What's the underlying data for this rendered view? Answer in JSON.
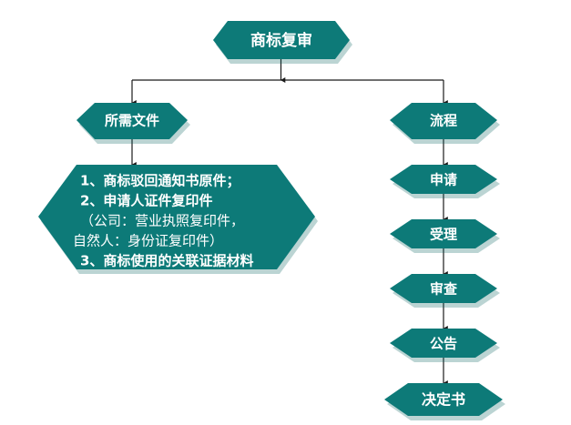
{
  "diagram": {
    "title": "商标复审",
    "accent_color": "#0d7a78",
    "accent_shadow": "#0a6361",
    "text_color": "#ffffff",
    "background_color": "#ffffff",
    "connector_color": "#1a1a1a"
  },
  "root": {
    "label": "商标复审"
  },
  "branches": {
    "left": {
      "header": "所需文件",
      "document_box": {
        "lines": [
          {
            "text": "1、商标驳回通知书原件；",
            "style": "bold"
          },
          {
            "text": "2、申请人证件复印件",
            "style": "bold"
          },
          {
            "text": "（公司：营业执照复印件，",
            "style": "plain"
          },
          {
            "text": "自然人：身份证复印件）",
            "style": "plain"
          },
          {
            "text": "3、商标使用的关联证据材料",
            "style": "bold"
          }
        ]
      }
    },
    "right": {
      "header": "流程",
      "steps": [
        {
          "label": "申请"
        },
        {
          "label": "受理"
        },
        {
          "label": "审查"
        },
        {
          "label": "公告"
        },
        {
          "label": "决定书"
        }
      ]
    }
  }
}
